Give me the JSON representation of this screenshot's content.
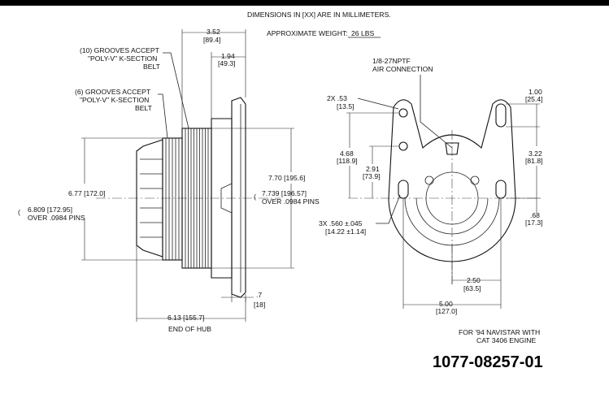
{
  "header_note": "DIMENSIONS IN [XX] ARE IN MILLIMETERS.",
  "weight_label": "APPROXIMATE WEIGHT:",
  "weight_value": "26 LBS",
  "callouts": {
    "grooves_10": [
      "(10) GROOVES ACCEPT",
      "\"POLY-V\" K-SECTION",
      "BELT"
    ],
    "grooves_6": [
      "(6) GROOVES ACCEPT",
      "\"POLY-V\" K-SECTION",
      "BELT"
    ],
    "air_connection": [
      "1/8-27NPTF",
      "AIR CONNECTION"
    ]
  },
  "side_view": {
    "dim_top_1": "3.52",
    "dim_top_1_mm": "[89.4]",
    "dim_top_2": "1.94",
    "dim_top_2_mm": "[49.3]",
    "dim_left_1": "6.77 [172.0]",
    "dim_left_2a": "6.809 [172.95]",
    "dim_left_2b": "OVER .0984 PINS",
    "dim_right_1": "7.70 [195.6]",
    "dim_right_2a": "7.739 [196.57]",
    "dim_right_2b": "OVER  .0984 PINS",
    "dim_bottom_small": ".7",
    "dim_bottom_small_mm": "[18]",
    "dim_bottom": "6.13 [155.7]",
    "dim_bottom_note": "END OF HUB"
  },
  "front_view": {
    "hole_dia": "2X  .53",
    "hole_dia_mm": "[13.5]",
    "slot_width": "1.00",
    "slot_width_mm": "[25.4]",
    "dim_468": "4.68",
    "dim_468_mm": "[118.9]",
    "dim_291": "2.91",
    "dim_291_mm": "[73.9]",
    "dim_322": "3.22",
    "dim_322_mm": "[81.8]",
    "dim_068": ".68",
    "dim_068_mm": "[17.3]",
    "slot_size": "3X .560 ±.045",
    "slot_size_mm": "[14.22 ±1.14]",
    "dim_250": "2.50",
    "dim_250_mm": "[63.5]",
    "dim_500": "5.00",
    "dim_500_mm": "[127.0]"
  },
  "application_note": [
    "FOR '94 NAVISTAR WITH",
    "CAT 3406 ENGINE"
  ],
  "part_number": "1077-08257-01"
}
